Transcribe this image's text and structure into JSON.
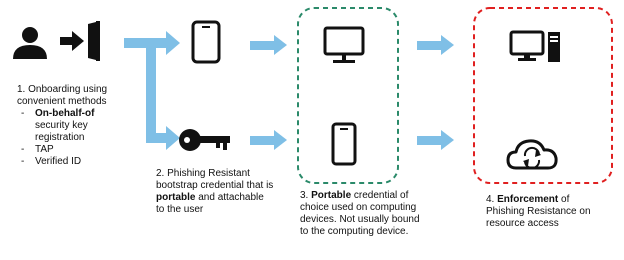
{
  "colors": {
    "arrow": "#7fbfe6",
    "green": "#2b8a6a",
    "red": "#e02020",
    "icon": "#111111"
  },
  "step1": {
    "number": "1.",
    "title": "Onboarding using convenient methods",
    "bullets": [
      {
        "bold": "On-behalf-of",
        "rest": " security key registration"
      },
      {
        "bold": "",
        "rest": "TAP"
      },
      {
        "bold": "",
        "rest": "Verified ID"
      }
    ]
  },
  "step2": {
    "number": "2.",
    "pre": "Phishing Resistant bootstrap credential that is ",
    "bold": "portable",
    "post": " and attachable to the user"
  },
  "step3": {
    "number": "3.",
    "bold": "Portable",
    "post": " credential of choice used on computing devices. Not usually bound to the computing device."
  },
  "step4": {
    "number": "4.",
    "bold": "Enforcement",
    "post": " of Phishing Resistance on resource access"
  },
  "icons": [
    "user-icon",
    "sign-in-icon",
    "phone-icon",
    "key-icon",
    "monitor-icon",
    "desktop-pc-icon",
    "cloud-sync-icon"
  ]
}
